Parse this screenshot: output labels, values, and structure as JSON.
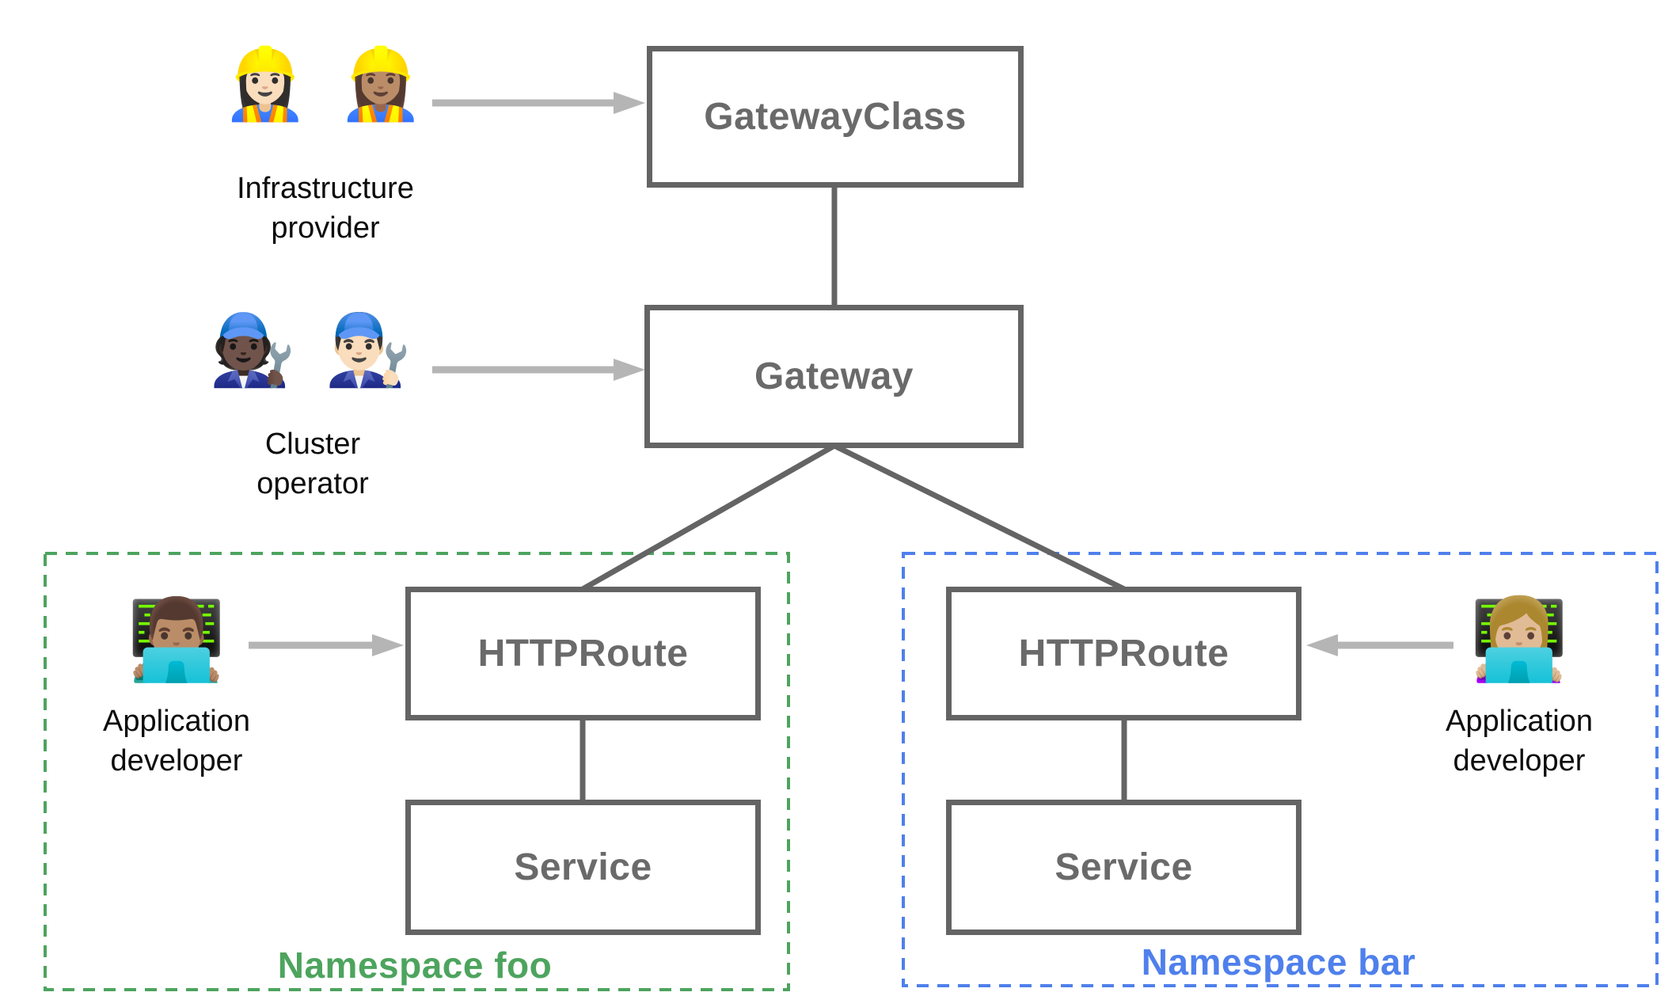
{
  "boxes": [
    {
      "id": "gatewayclass",
      "label": "GatewayClass"
    },
    {
      "id": "gateway",
      "label": "Gateway"
    },
    {
      "id": "httproute_foo",
      "label": "HTTPRoute"
    },
    {
      "id": "service_foo",
      "label": "Service"
    },
    {
      "id": "httproute_bar",
      "label": "HTTPRoute"
    },
    {
      "id": "service_bar",
      "label": "Service"
    }
  ],
  "namespaces": [
    {
      "id": "foo",
      "label": "Namespace foo",
      "color": "#4da45e",
      "border_style": "dashed"
    },
    {
      "id": "bar",
      "label": "Namespace bar",
      "color": "#4f80ec",
      "border_style": "dashed"
    }
  ],
  "personas": [
    {
      "id": "infrastructure_provider",
      "emoji": "👷🏻‍♀️ 👷🏽‍♀️",
      "label_line1": "Infrastructure",
      "label_line2": "provider",
      "points_to": "GatewayClass"
    },
    {
      "id": "cluster_operator",
      "emoji": "🧑🏿‍🔧 👨🏻‍🔧",
      "label_line1": "Cluster",
      "label_line2": "operator",
      "points_to": "Gateway"
    },
    {
      "id": "application_developer_foo",
      "emoji": "👨🏽‍💻",
      "label_line1": "Application",
      "label_line2": "developer",
      "points_to": "HTTPRoute (Namespace foo)"
    },
    {
      "id": "application_developer_bar",
      "emoji": "👩🏼‍💻",
      "label_line1": "Application",
      "label_line2": "developer",
      "points_to": "HTTPRoute (Namespace bar)"
    }
  ],
  "colors": {
    "box_border": "#646464",
    "box_text": "#6a6a6a",
    "connector": "#646464",
    "arrow": "#b5b5b5",
    "persona_text": "#0c0c0c",
    "namespace_foo": "#4da45e",
    "namespace_bar": "#4f80ec",
    "background": "#ffffff"
  }
}
